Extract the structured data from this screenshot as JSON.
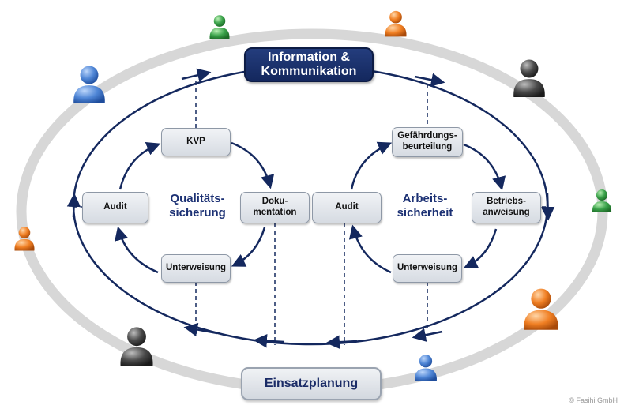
{
  "hubs": {
    "top": "Information &\nKommunikation",
    "bottom": "Einsatzplanung"
  },
  "left_cycle": {
    "label": "Qualitäts-\nsicherung",
    "kvp": "KVP",
    "dokumentation": "Doku-\nmentation",
    "unterweisung": "Unterweisung",
    "audit": "Audit"
  },
  "right_cycle": {
    "label": "Arbeits-\nsicherheit",
    "gefaehrdung": "Gefährdungs-\nbeurteilung",
    "betriebsanweisung": "Betriebs-\nanweisung",
    "unterweisung": "Unterweisung",
    "audit": "Audit"
  },
  "copyright": "© Fasihi GmbH",
  "colors": {
    "navy": "#14285e",
    "ring": "#d7d7d7",
    "box_border": "#8e98a6",
    "person_blue": "#4f86d6",
    "person_green": "#3aa24a",
    "person_orange": "#f07f23",
    "person_gray": "#4a4a4a"
  },
  "people": [
    {
      "color": "green",
      "icon": "person-icon"
    },
    {
      "color": "orange",
      "icon": "person-icon"
    },
    {
      "color": "blue",
      "icon": "person-icon"
    },
    {
      "color": "gray",
      "icon": "person-icon"
    },
    {
      "color": "green",
      "icon": "person-icon"
    },
    {
      "color": "orange",
      "icon": "person-icon"
    },
    {
      "color": "orange",
      "icon": "person-icon"
    },
    {
      "color": "gray",
      "icon": "person-icon"
    },
    {
      "color": "blue",
      "icon": "person-icon"
    }
  ]
}
